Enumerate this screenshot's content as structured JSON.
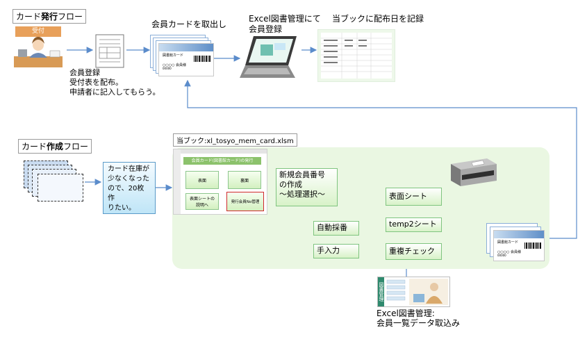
{
  "issue_flow": {
    "title_main": "カード",
    "title_bold": "発行",
    "title_tail": "フロー",
    "reception_label": "受付",
    "registration_note": [
      "会員登録",
      "受付表を配布。",
      "申請者に記入してもらう。"
    ],
    "take_card_label": "会員カードを取出し",
    "excel_register_label": [
      "Excel図書管理にて",
      "会員登録"
    ],
    "record_date_label": "当ブックに配布日を記録"
  },
  "create_flow": {
    "title_main": "カード",
    "title_bold": "作成",
    "title_tail": "フロー",
    "book_label": "当ブック:xl_tosyo_mem_card.xlsm",
    "stock_note": [
      "カード在庫が",
      "少なくなった",
      "ので、20枚作",
      "りたい。"
    ],
    "new_number_box": [
      "新規会員番号",
      "の作成",
      "～処理選択～"
    ],
    "auto_number_box": "自動採番",
    "manual_input_box": "手入力",
    "front_sheet_box": "表面シート",
    "temp2_sheet_box": "temp2シート",
    "duplicate_check_box": "重複チェック",
    "excel_import_label": [
      "Excel図書管理:",
      "会員一覧データ取込み"
    ]
  },
  "sheet_thumbnail": {
    "header": "会員カード(図書館カード)の発行",
    "btn_front": "表面",
    "btn_back": "裏面",
    "btn_explain": [
      "表面シートの",
      "説明へ"
    ],
    "btn_issue": "発行会員No管理"
  },
  "card_sample": {
    "title": "図書館カード",
    "name": "○○○○ 会員様",
    "number": "00000"
  },
  "app_thumb": {
    "vertical_label": "図書管理"
  },
  "colors": {
    "arrow": "#5b8ccb",
    "green_border": "#7fc47f",
    "blue_box": "#bfe5f7",
    "highlight_border": "#d0282c",
    "reception_bar": "#e8a05a"
  }
}
